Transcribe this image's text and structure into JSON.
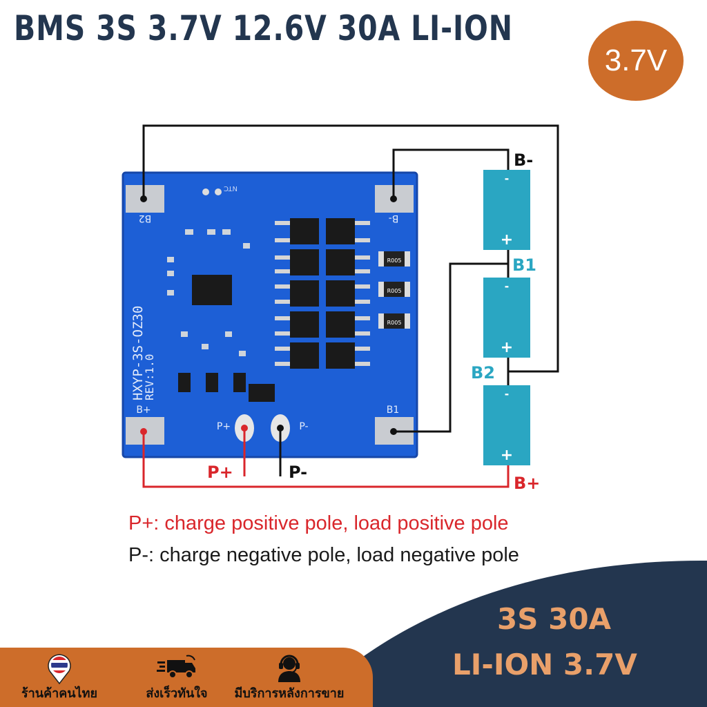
{
  "title": "BMS 3S 3.7V 12.6V 30A LI-ION",
  "badge": "3.7V",
  "board": {
    "model": "HXYP-3S-OZ30",
    "rev": "REV:1.0",
    "pads": {
      "b2": "B2",
      "b_minus": "B-",
      "b_plus": "B+",
      "b1": "B1",
      "p_plus": "P+",
      "p_minus": "P-",
      "ntc": "NTC"
    },
    "resistor": "R005"
  },
  "terminals": {
    "b_minus": "B-",
    "b1": "B1",
    "b2": "B2",
    "b_plus": "B+",
    "p_plus": "P+",
    "p_minus": "P-"
  },
  "legend": {
    "positive": "P+: charge positive pole, load positive pole",
    "negative": "P-: charge negative pole, load negative pole"
  },
  "specs": {
    "line1": "3S 30A",
    "line2": "LI-ION 3.7V"
  },
  "features": [
    {
      "icon": "thai-flag-pin-icon",
      "label": "ร้านค้าคนไทย"
    },
    {
      "icon": "fast-delivery-truck-icon",
      "label": "ส่งเร็วทันใจ"
    },
    {
      "icon": "customer-support-icon",
      "label": "มีบริการหลังการขาย"
    }
  ],
  "colors": {
    "navy": "#23364f",
    "orange": "#cd6d2a",
    "board_blue": "#1d5fd6",
    "cell_teal": "#2aa6c2",
    "wire_red": "#d9262b",
    "wire_black": "#111111",
    "label_teal": "#2aa6c2"
  }
}
